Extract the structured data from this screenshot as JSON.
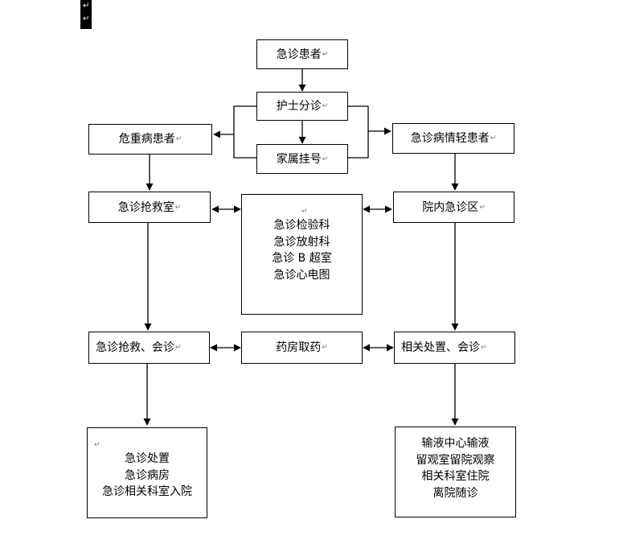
{
  "para_marks": [
    "↵",
    "↵"
  ],
  "pm": "↵",
  "nodes": {
    "emergency_patient": "急诊患者",
    "nurse_triage": "护士分诊",
    "family_register": "家属挂号",
    "critical_patient": "危重病患者",
    "mild_patient": "急诊病情轻患者",
    "rescue_room": "急诊抢救室",
    "tests": [
      "急诊检验科",
      "急诊放射科",
      "急诊 B 超室",
      "急诊心电图"
    ],
    "in_hospital_area": "院内急诊区",
    "rescue_consult": "急诊抢救、会诊",
    "pharmacy": "药房取药",
    "related_treatment": "相关处置、会诊",
    "outcome_left": [
      "急诊处置",
      "急诊病房",
      "急诊相关科室入院"
    ],
    "outcome_right": [
      "输液中心输液",
      "留观室留院观察",
      "相关科室住院",
      "离院随诊"
    ]
  }
}
